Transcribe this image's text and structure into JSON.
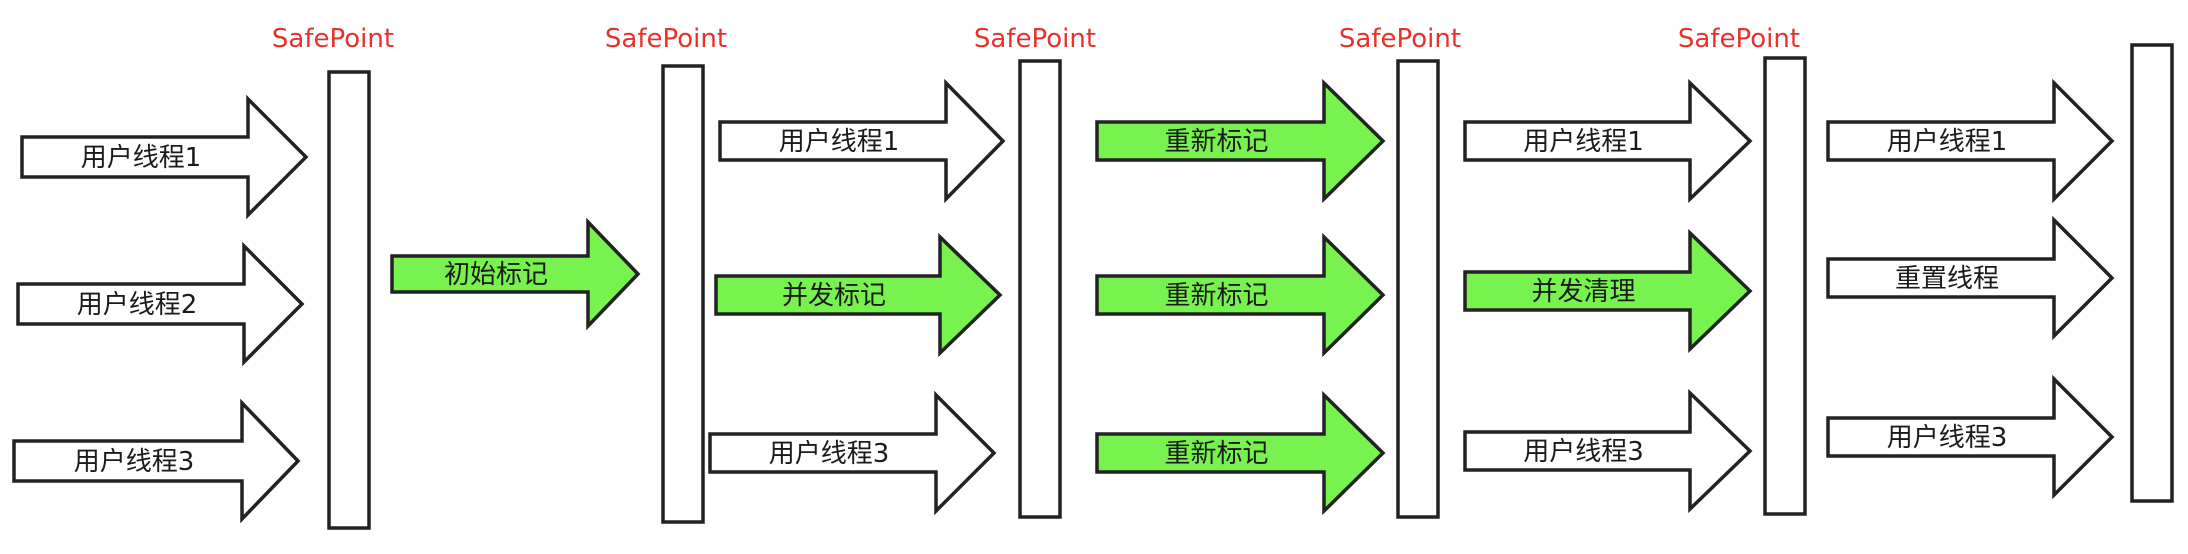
{
  "safepoint_label": "SafePoint",
  "colors": {
    "safepoint_text": "#e8312a",
    "gc_phase_fill": "#77f24f",
    "user_thread_fill": "#ffffff",
    "stroke": "#222222"
  },
  "stages": [
    {
      "safepoint": "SafePoint",
      "arrows_before": [
        {
          "label": "用户线程1",
          "kind": "user-thread"
        },
        {
          "label": "用户线程2",
          "kind": "user-thread"
        },
        {
          "label": "用户线程3",
          "kind": "user-thread"
        }
      ]
    },
    {
      "safepoint": "SafePoint",
      "arrows_before": [
        {
          "label": "初始标记",
          "kind": "gc-phase"
        }
      ]
    },
    {
      "safepoint": "SafePoint",
      "arrows_before": [
        {
          "label": "用户线程1",
          "kind": "user-thread"
        },
        {
          "label": "并发标记",
          "kind": "gc-phase"
        },
        {
          "label": "用户线程3",
          "kind": "user-thread"
        }
      ]
    },
    {
      "safepoint": "SafePoint",
      "arrows_before": [
        {
          "label": "重新标记",
          "kind": "gc-phase"
        },
        {
          "label": "重新标记",
          "kind": "gc-phase"
        },
        {
          "label": "重新标记",
          "kind": "gc-phase"
        }
      ]
    },
    {
      "safepoint": "SafePoint",
      "arrows_before": [
        {
          "label": "用户线程1",
          "kind": "user-thread"
        },
        {
          "label": "并发清理",
          "kind": "gc-phase"
        },
        {
          "label": "用户线程3",
          "kind": "user-thread"
        }
      ]
    },
    {
      "safepoint": "",
      "arrows_before": [
        {
          "label": "用户线程1",
          "kind": "user-thread"
        },
        {
          "label": "重置线程",
          "kind": "user-thread"
        },
        {
          "label": "用户线程3",
          "kind": "user-thread"
        }
      ]
    }
  ]
}
